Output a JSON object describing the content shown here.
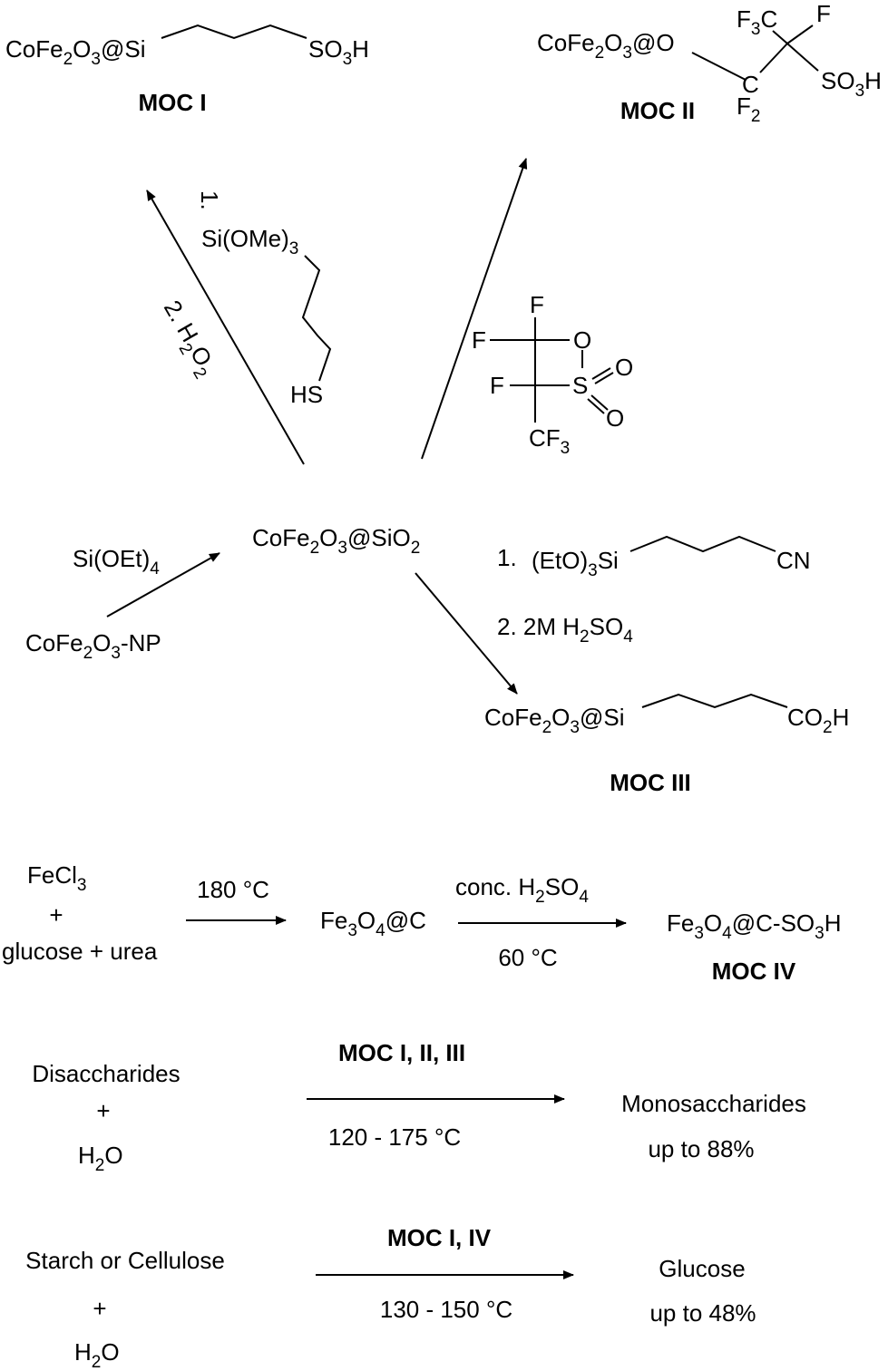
{
  "moc1": {
    "formula": [
      "CoFe",
      "2",
      "O",
      "3",
      "@Si"
    ],
    "so3h": [
      "SO",
      "3",
      "H"
    ],
    "label": "MOC I"
  },
  "moc2": {
    "formula": [
      "CoFe",
      "2",
      "O",
      "3",
      "@O"
    ],
    "f3c": [
      "F",
      "3",
      "C"
    ],
    "f": "F",
    "c": "C",
    "f2": [
      "F",
      "2"
    ],
    "so3h": [
      "SO",
      "3",
      "H"
    ],
    "label": "MOC II"
  },
  "route1": {
    "step1_num": "1.",
    "si_ome3": [
      "Si(OMe)",
      "3"
    ],
    "hs": "HS",
    "step2": [
      "2. H",
      "2",
      "O",
      "2"
    ]
  },
  "route2": {
    "f_top": "F",
    "f_left": "F",
    "o_ring": "O",
    "f_mid": "F",
    "s": "S",
    "o_right": "O",
    "o_bottom": "O",
    "cf3": [
      "CF",
      "3"
    ]
  },
  "center": {
    "formula": [
      "CoFe",
      "2",
      "O",
      "3",
      "@SiO",
      "2"
    ]
  },
  "start": {
    "reagent": [
      "Si(OEt)",
      "4"
    ],
    "material": [
      "CoFe",
      "2",
      "O",
      "3",
      "-NP"
    ]
  },
  "route3": {
    "step1_num": "1.",
    "eto3si": [
      "(EtO)",
      "3",
      "Si"
    ],
    "cn": "CN",
    "step2": [
      "2.  2M H",
      "2",
      "SO",
      "4"
    ]
  },
  "moc3": {
    "formula": [
      "CoFe",
      "2",
      "O",
      "3",
      "@Si"
    ],
    "co2h": [
      "CO",
      "2",
      "H"
    ],
    "label": "MOC III"
  },
  "moc4_synthesis": {
    "fecl3": [
      "FeCl",
      "3"
    ],
    "plus": "+",
    "glucose_urea": "glucose  + urea",
    "cond1": "180 °C",
    "intermediate": [
      "Fe",
      "3",
      "O",
      "4",
      "@C"
    ],
    "cond2_top": [
      "conc. H",
      "2",
      "SO",
      "4"
    ],
    "cond2_bottom": "60 °C",
    "product": [
      "Fe",
      "3",
      "O",
      "4",
      "@C-SO",
      "3",
      "H"
    ],
    "label": "MOC IV"
  },
  "reaction_disaccharides": {
    "substrate": "Disaccharides",
    "plus": "+",
    "water": [
      "H",
      "2",
      "O"
    ],
    "catalyst": "MOC I, II, III",
    "temperature": "120 - 175 °C",
    "product": "Monosaccharides",
    "yield": "up to 88%"
  },
  "reaction_polysaccharides": {
    "substrate": "Starch or Cellulose",
    "plus": "+",
    "water": [
      "H",
      "2",
      "O"
    ],
    "catalyst": "MOC I, IV",
    "temperature": "130 - 150 °C",
    "product": "Glucose",
    "yield": "up to 48%"
  }
}
